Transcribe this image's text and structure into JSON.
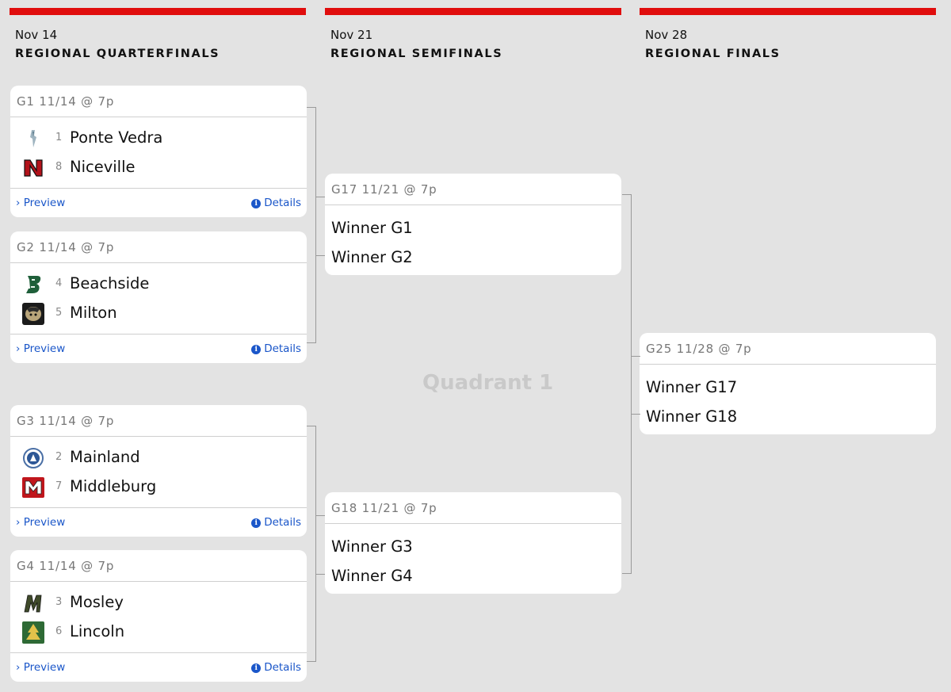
{
  "rounds": [
    {
      "date": "Nov 14",
      "name": "REGIONAL QUARTERFINALS"
    },
    {
      "date": "Nov 21",
      "name": "REGIONAL SEMIFINALS"
    },
    {
      "date": "Nov 28",
      "name": "REGIONAL FINALS"
    }
  ],
  "quadrant_label": "Quadrant 1",
  "footer": {
    "preview_label": "Preview",
    "details_label": "Details"
  },
  "quarterfinals": [
    {
      "header": "G1 11/14 @ 7p",
      "teams": [
        {
          "seed": "1",
          "name": "Ponte Vedra",
          "logo": "ponte-vedra-logo"
        },
        {
          "seed": "8",
          "name": "Niceville",
          "logo": "niceville-logo"
        }
      ]
    },
    {
      "header": "G2 11/14 @ 7p",
      "teams": [
        {
          "seed": "4",
          "name": "Beachside",
          "logo": "beachside-logo"
        },
        {
          "seed": "5",
          "name": "Milton",
          "logo": "milton-logo"
        }
      ]
    },
    {
      "header": "G3 11/14 @ 7p",
      "teams": [
        {
          "seed": "2",
          "name": "Mainland",
          "logo": "mainland-logo"
        },
        {
          "seed": "7",
          "name": "Middleburg",
          "logo": "middleburg-logo"
        }
      ]
    },
    {
      "header": "G4 11/14 @ 7p",
      "teams": [
        {
          "seed": "3",
          "name": "Mosley",
          "logo": "mosley-logo"
        },
        {
          "seed": "6",
          "name": "Lincoln",
          "logo": "lincoln-logo"
        }
      ]
    }
  ],
  "semifinals": [
    {
      "header": "G17 11/21 @ 7p",
      "teams": [
        "Winner G1",
        "Winner G2"
      ]
    },
    {
      "header": "G18 11/21 @ 7p",
      "teams": [
        "Winner G3",
        "Winner G4"
      ]
    }
  ],
  "finals": [
    {
      "header": "G25 11/28 @ 7p",
      "teams": [
        "Winner G17",
        "Winner G18"
      ]
    }
  ],
  "colors": {
    "accent_bar": "#e00d0d",
    "link": "#1a56c9",
    "background": "#e3e3e3"
  }
}
